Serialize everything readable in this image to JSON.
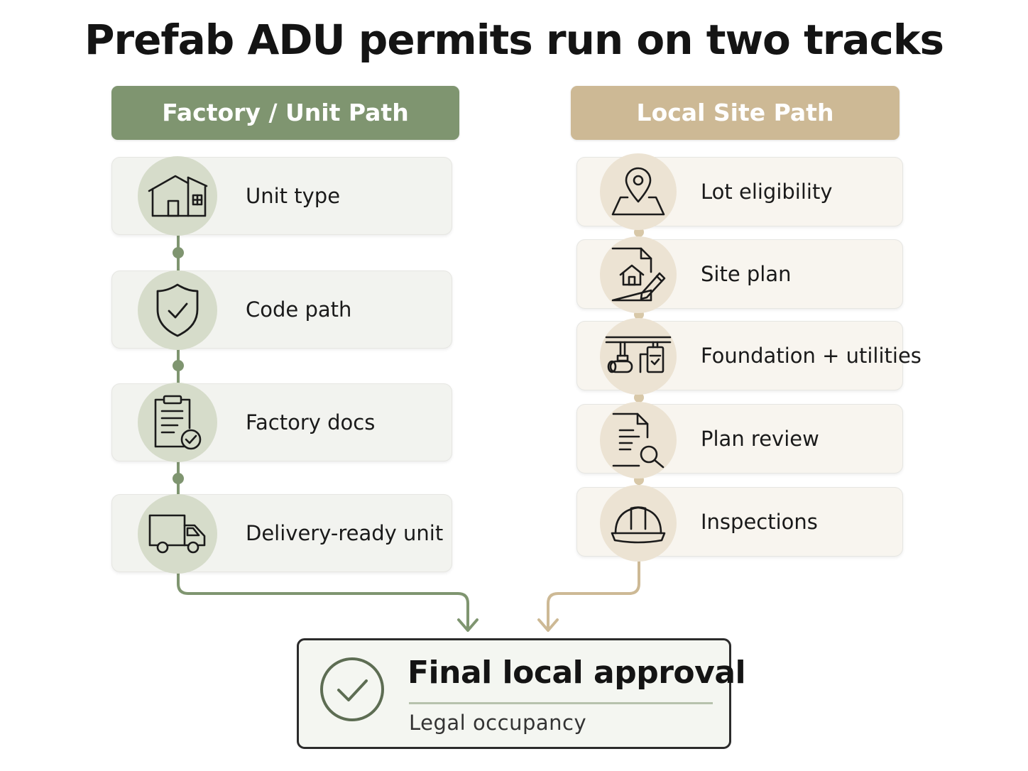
{
  "title": "Prefab ADU permits run on two tracks",
  "tracks": {
    "factory": {
      "header": "Factory / Unit Path",
      "color": "#7f9570",
      "steps": [
        {
          "label": "Unit type",
          "icon": "house-icon"
        },
        {
          "label": "Code path",
          "icon": "shield-check-icon"
        },
        {
          "label": "Factory docs",
          "icon": "clipboard-check-icon"
        },
        {
          "label": "Delivery-ready unit",
          "icon": "truck-icon"
        }
      ]
    },
    "site": {
      "header": "Local Site Path",
      "color": "#cdb995",
      "steps": [
        {
          "label": "Lot eligibility",
          "icon": "map-pin-icon"
        },
        {
          "label": "Site plan",
          "icon": "site-plan-icon"
        },
        {
          "label": "Foundation + utilities",
          "icon": "pipes-icon"
        },
        {
          "label": "Plan review",
          "icon": "document-search-icon"
        },
        {
          "label": "Inspections",
          "icon": "hard-hat-icon"
        }
      ]
    }
  },
  "final": {
    "title": "Final local approval",
    "subtitle": "Legal occupancy",
    "icon": "check-circle-icon"
  }
}
